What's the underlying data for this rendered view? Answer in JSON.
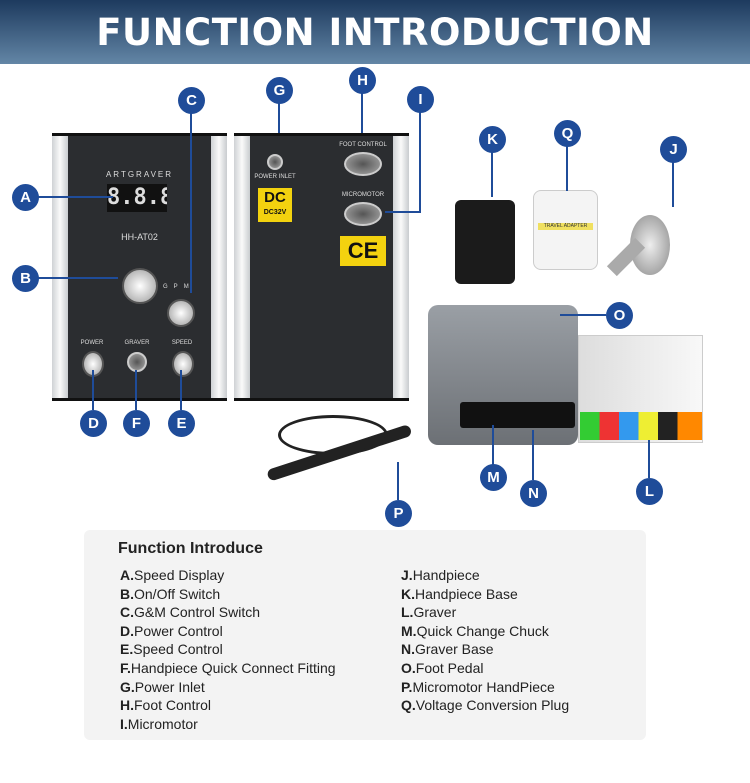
{
  "header": {
    "title": "FUNCTION INTRODUCTION"
  },
  "device_front": {
    "brand": "ARTGRAVER",
    "display": "8.8.8.",
    "model": "HH-AT02",
    "labels": [
      "POWER",
      "GRAVER",
      "SPEED"
    ],
    "switch_letters": [
      "G",
      "P",
      "M"
    ]
  },
  "device_back": {
    "power_inlet": "POWER INLET",
    "dc": "DC",
    "dc_voltage": "DC32V",
    "foot_control": "FOOT CONTROL",
    "micromotor": "MICROMOTOR",
    "ce": "CE"
  },
  "callouts": [
    "A",
    "B",
    "C",
    "D",
    "E",
    "F",
    "G",
    "H",
    "I",
    "J",
    "K",
    "L",
    "M",
    "N",
    "O",
    "P",
    "Q"
  ],
  "plug_text": "TRAVEL ADAPTER",
  "colors": {
    "accent": "#1f4c99"
  },
  "info": {
    "title": "Function Introduce",
    "left": [
      {
        "k": "A.",
        "v": "Speed Display"
      },
      {
        "k": "B.",
        "v": "On/Off Switch"
      },
      {
        "k": "C.",
        "v": "G&M Control Switch"
      },
      {
        "k": "D.",
        "v": "Power Control"
      },
      {
        "k": "E.",
        "v": "Speed Control"
      },
      {
        "k": "F.",
        "v": "Handpiece Quick Connect Fitting"
      },
      {
        "k": "G.",
        "v": "Power Inlet"
      },
      {
        "k": "H.",
        "v": "Foot Control"
      },
      {
        "k": "I.",
        "v": "Micromotor"
      }
    ],
    "right": [
      {
        "k": "J.",
        "v": "Handpiece"
      },
      {
        "k": "K.",
        "v": "Handpiece Base"
      },
      {
        "k": "L.",
        "v": "Graver"
      },
      {
        "k": "M.",
        "v": "Quick Change Chuck"
      },
      {
        "k": "N.",
        "v": "Graver Base"
      },
      {
        "k": "O.",
        "v": "Foot Pedal"
      },
      {
        "k": "P.",
        "v": "Micromotor HandPiece"
      },
      {
        "k": "Q.",
        "v": "Voltage Conversion Plug"
      }
    ]
  }
}
